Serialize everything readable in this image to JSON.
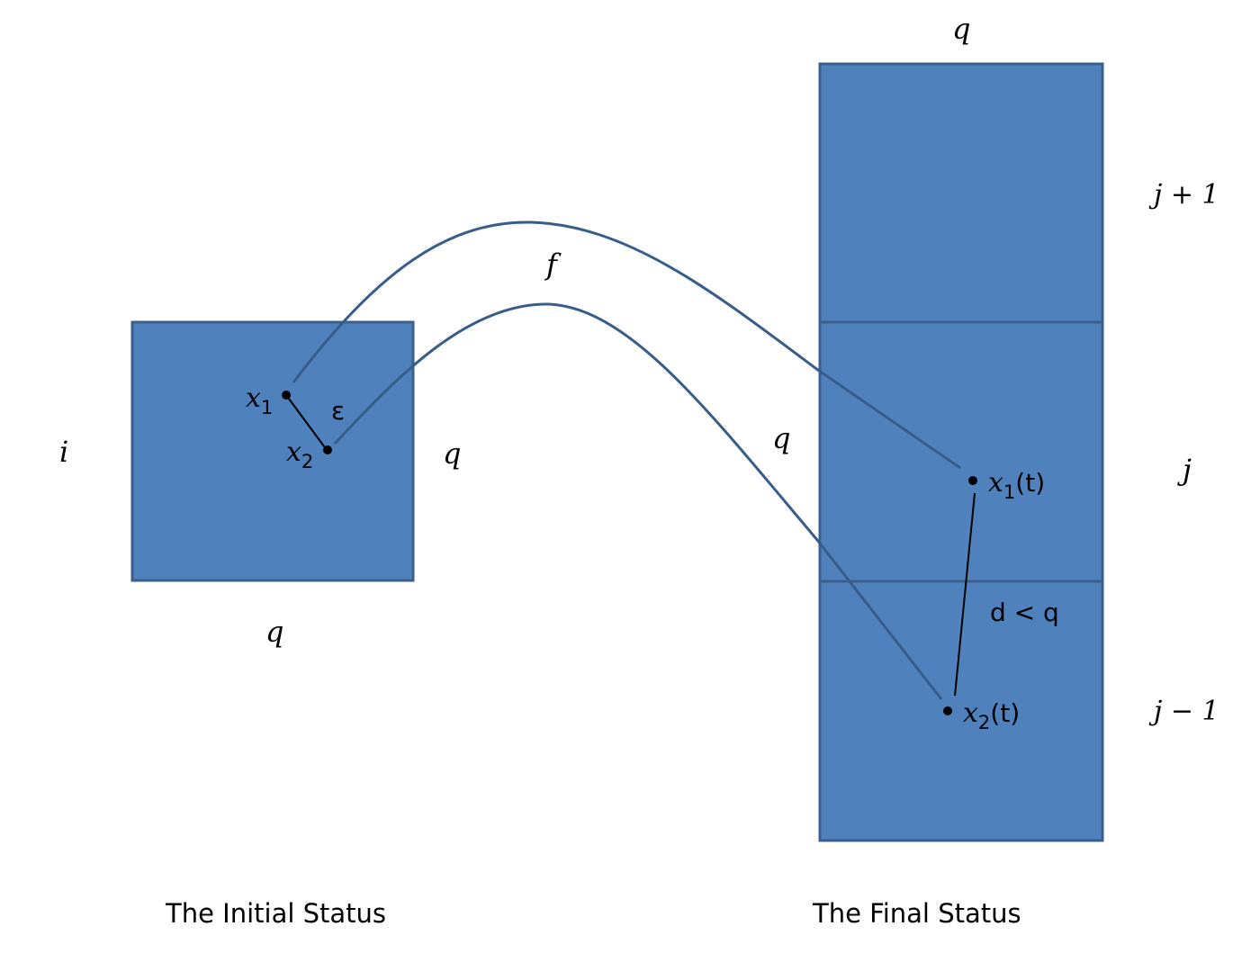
{
  "colors": {
    "box_fill": "#4f81bd",
    "box_border": "#3a5f8f",
    "curve": "#385d8a",
    "point": "#000000"
  },
  "initial": {
    "caption": "The Initial Status",
    "row_label": "i",
    "right_label": "q",
    "bottom_label": "q",
    "point1": {
      "var": "x",
      "sub": "1"
    },
    "point2": {
      "var": "x",
      "sub": "2"
    },
    "distance_label": "ε"
  },
  "mapping": {
    "label": "f",
    "side_label": "q"
  },
  "final": {
    "caption": "The Final Status",
    "top_label": "q",
    "row_labels": {
      "upper": "j + 1",
      "middle": "j",
      "lower": "j − 1"
    },
    "point1": {
      "var": "x",
      "sub": "1",
      "suffix": "(t)"
    },
    "point2": {
      "var": "x",
      "sub": "2",
      "suffix": "(t)"
    },
    "distance_label": "d < q"
  }
}
